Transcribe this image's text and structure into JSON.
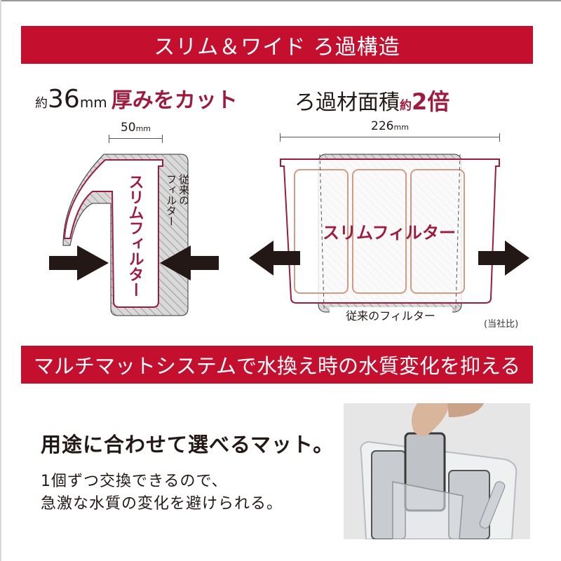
{
  "banners": {
    "top": "スリム＆ワイド ろ過構造",
    "middle": "マルチマットシステムで水換え時の水質変化を抑える"
  },
  "left_section": {
    "heading": {
      "prefix": "約",
      "number": "36",
      "unit": "mm",
      "accent": "厚みをカット"
    },
    "dimension": {
      "value": "50",
      "unit": "mm"
    },
    "slim_filter_label": "スリムフィルター",
    "conventional_filter_label_line1": "従来の",
    "conventional_filter_label_line2": "フィルター"
  },
  "right_section": {
    "heading": {
      "main": "ろ過材面積",
      "prefix": "約",
      "accent": "2倍"
    },
    "dimension": {
      "value": "226",
      "unit": "mm"
    },
    "slim_filter_label": "スリムフィルター",
    "conventional_filter_label": "従来のフィルター",
    "note": "(当社比)"
  },
  "bottom_section": {
    "title": "用途に合わせて選べるマット。",
    "body_line1": "1個ずつ交換できるので、",
    "body_line2": "急激な水質の変化を避けられる。",
    "photo_alt": "hand-lifting-filter-mat-photo"
  },
  "colors": {
    "banner_red": "#c40f2e",
    "accent_maroon": "#9e1a3f",
    "text_dark": "#231815",
    "hatch_gray": "#d4d4d4",
    "mat_outline": "#d49a84"
  }
}
